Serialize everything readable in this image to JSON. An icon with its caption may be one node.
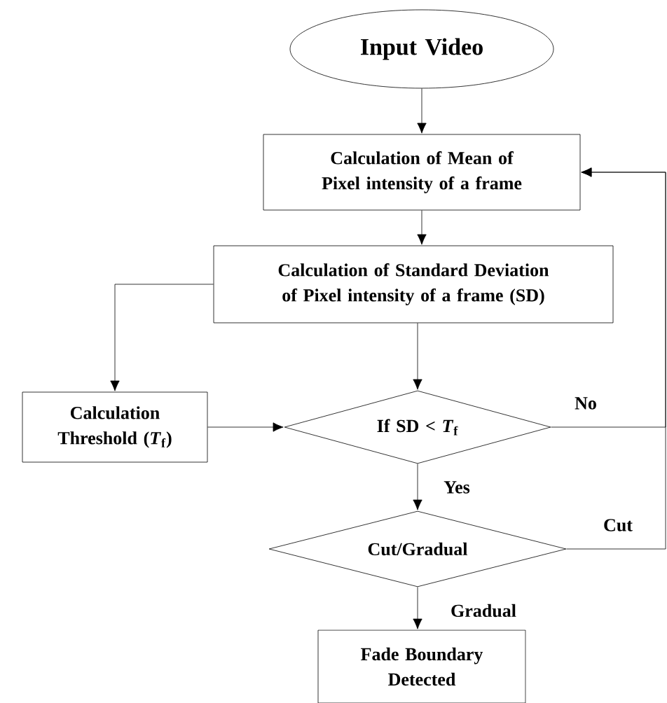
{
  "diagram": {
    "nodes": [
      {
        "text": [
          "Input Video"
        ]
      },
      {
        "text": [
          "Calculation of Mean of Pixel intensity of a frame"
        ]
      },
      {
        "text": [
          "Calculation of Standard Deviation of Pixel intensity of a frame (SD)"
        ]
      },
      {
        "text": [
          "Calculation Threshold (*T*$_{f}$)"
        ]
      },
      {
        "text": [
          "If SD < *T*$_{f}$"
        ]
      },
      {
        "text": [
          "Cut/Gradual"
        ]
      },
      {
        "text": [
          "Fade Boundary Detected"
        ]
      }
    ],
    "edges": [
      {
        "from": 0,
        "to": 1,
        "arrow": "to"
      },
      {
        "from": 1,
        "to": 2,
        "arrow": "to"
      },
      {
        "from": 2,
        "to": 3,
        "arrow": "to"
      },
      {
        "from": 2,
        "to": 4,
        "arrow": "to"
      },
      {
        "from": 3,
        "to": 4,
        "arrow": "to"
      },
      {
        "from": 4,
        "to": 1,
        "arrow": "to",
        "label": "No"
      },
      {
        "from": 4,
        "to": 5,
        "arrow": "to",
        "label": "Yes"
      },
      {
        "from": 5,
        "to": 1,
        "arrow": "to",
        "label": "Cut"
      },
      {
        "from": 5,
        "to": 6,
        "arrow": "to",
        "label": "Gradual"
      }
    ]
  }
}
